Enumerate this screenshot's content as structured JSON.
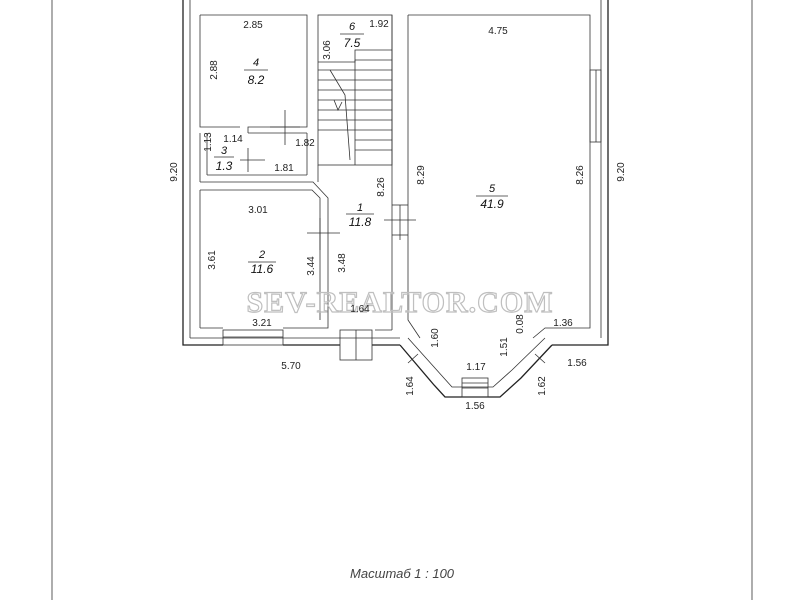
{
  "rooms": [
    {
      "number": "4",
      "area": "8.2"
    },
    {
      "number": "6",
      "area": "7.5"
    },
    {
      "number": "3",
      "area": "1.3"
    },
    {
      "number": "1",
      "area": "11.8"
    },
    {
      "number": "2",
      "area": "11.6"
    },
    {
      "number": "5",
      "area": "41.9"
    }
  ],
  "dimensions": {
    "room4_width": "2.85",
    "room4_height": "2.88",
    "stair_width": "1.92",
    "stair_height": "3.06",
    "room3_a": "1.14",
    "room3_b": "1.13",
    "room3_width": "1.81",
    "corridor_a": "1.82",
    "room2_width": "3.01",
    "room2_height": "3.61",
    "room2_bottom": "3.21",
    "room2_right": "3.44",
    "hall_left": "3.48",
    "hall_right": "8.26",
    "hall_bottom": "1.64",
    "big_width": "4.75",
    "big_left": "8.29",
    "big_right": "8.26",
    "bay_left_inner": "1.60",
    "bay_front_inner": "1.17",
    "bay_right_inner": "1.51",
    "bay_right_small": "0.08",
    "big_bottom_right": "1.36",
    "overall_left": "9.20",
    "overall_right": "9.20",
    "overall_bottom": "5.70",
    "bay_left_outer": "1.64",
    "bay_front_outer": "1.56",
    "bay_right_outer": "1.62",
    "bay_side_outer": "1.56"
  },
  "scale_label": "Масштаб 1 : 100",
  "watermark": "SEV-REALTOR.COM"
}
